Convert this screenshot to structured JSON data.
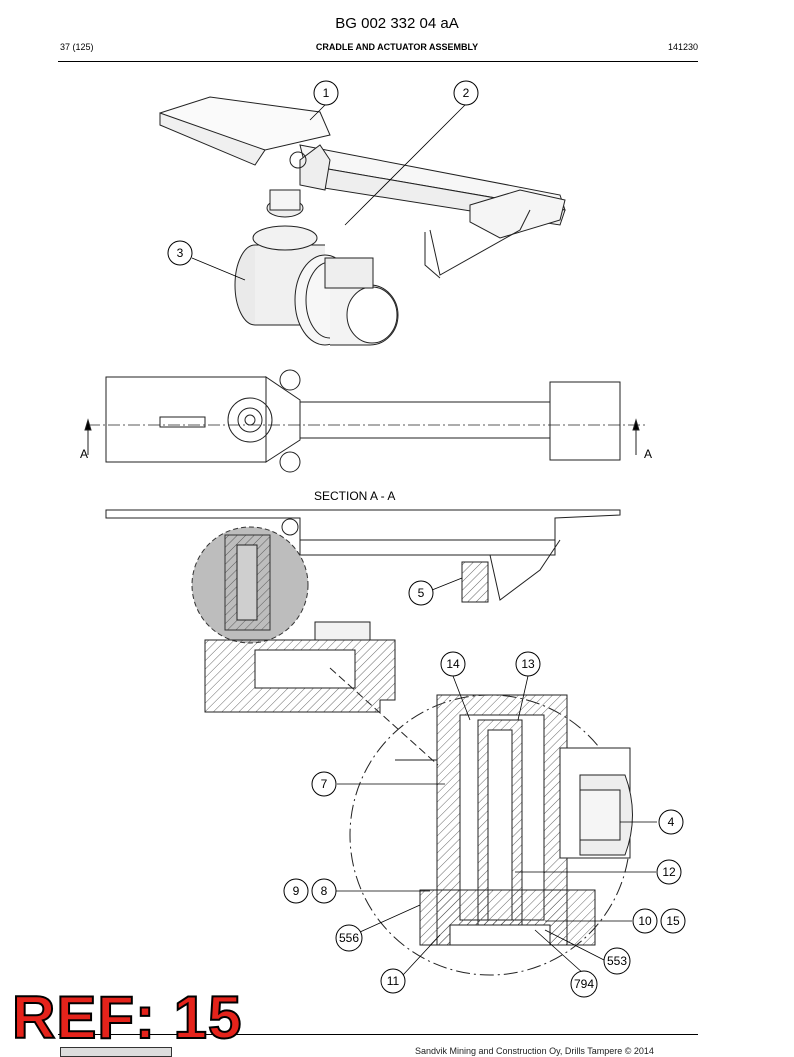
{
  "header": {
    "doc_id": "BG 002 332 04 aA",
    "page": "37 (125)",
    "title": "CRADLE AND ACTUATOR ASSEMBLY",
    "date_code": "141230"
  },
  "drawing": {
    "section_arrow_left": "A",
    "section_arrow_right": "A",
    "section_title": "SECTION A - A",
    "balloons": [
      {
        "id": "b1",
        "label": "1"
      },
      {
        "id": "b2",
        "label": "2"
      },
      {
        "id": "b3",
        "label": "3"
      },
      {
        "id": "b5",
        "label": "5"
      },
      {
        "id": "b14",
        "label": "14"
      },
      {
        "id": "b13",
        "label": "13"
      },
      {
        "id": "b7",
        "label": "7"
      },
      {
        "id": "b4",
        "label": "4"
      },
      {
        "id": "b12",
        "label": "12"
      },
      {
        "id": "b9",
        "label": "9"
      },
      {
        "id": "b8",
        "label": "8"
      },
      {
        "id": "b10",
        "label": "10"
      },
      {
        "id": "b15",
        "label": "15"
      },
      {
        "id": "b556",
        "label": "556"
      },
      {
        "id": "b553",
        "label": "553"
      },
      {
        "id": "b11",
        "label": "11"
      },
      {
        "id": "b794",
        "label": "794"
      }
    ]
  },
  "stamp": {
    "text": "REF: 15",
    "color": "#e5231b"
  },
  "footer": {
    "copyright": "Sandvik Mining and Construction Oy, Drills Tampere © 2014"
  }
}
